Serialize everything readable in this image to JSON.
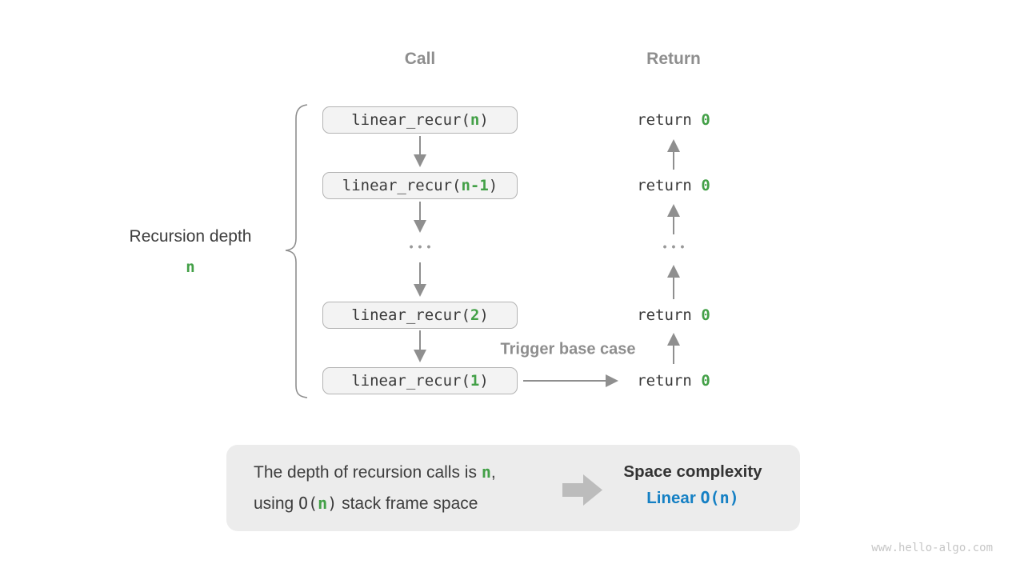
{
  "colors": {
    "accent_green": "#43a047",
    "accent_blue": "#1580c4",
    "arrow_gray": "#8f8f8f",
    "box_fill": "#f3f3f3",
    "summary_fill": "#ececec"
  },
  "headers": {
    "call": "Call",
    "return": "Return"
  },
  "call_stack": [
    {
      "pre": "linear_recur(",
      "arg": "n",
      "post": ")"
    },
    {
      "pre": "linear_recur(",
      "arg": "n-1",
      "post": ")"
    },
    {
      "pre": "linear_recur(",
      "arg": "2",
      "post": ")"
    },
    {
      "pre": "linear_recur(",
      "arg": "1",
      "post": ")"
    }
  ],
  "returns": [
    {
      "keyword": "return ",
      "value": "0"
    },
    {
      "keyword": "return ",
      "value": "0"
    },
    {
      "keyword": "return ",
      "value": "0"
    },
    {
      "keyword": "return ",
      "value": "0"
    }
  ],
  "ellipsis": "•••",
  "depth": {
    "label": "Recursion depth",
    "value": "n"
  },
  "trigger_label": "Trigger base case",
  "summary": {
    "line1": {
      "text": "The depth of recursion calls is ",
      "var": "n",
      "tail": ","
    },
    "line2": {
      "head": "using ",
      "o_open": "O(",
      "var": "n",
      "o_close": ")",
      "tail": " stack frame space"
    },
    "title": "Space complexity",
    "result": {
      "name": "Linear ",
      "o_open": "O(",
      "var": "n",
      "o_close": ")"
    }
  },
  "watermark": "www.hello-algo.com"
}
